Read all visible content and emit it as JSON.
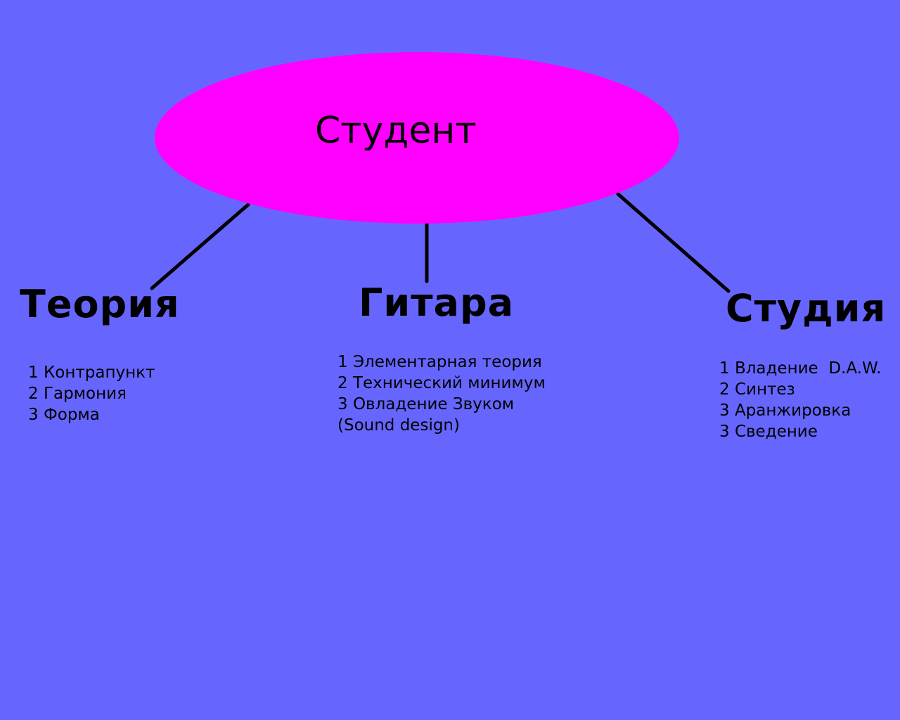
{
  "colors": {
    "background": "#6666ff",
    "center_node": "#ff00ff",
    "text": "#000000"
  },
  "center": {
    "label": "Студент"
  },
  "branches": [
    {
      "title": "Теория",
      "items": [
        "1 Контрапункт",
        "2 Гармония",
        "3 Форма"
      ]
    },
    {
      "title": "Гитара",
      "items": [
        "1 Элементарная теория",
        "2 Технический минимум",
        "3 Овладение Звуком",
        "(Sound design)"
      ]
    },
    {
      "title": "Студия",
      "items": [
        "1 Владение  D.A.W.",
        "2 Синтез",
        "3 Аранжировка",
        "3 Сведение"
      ]
    }
  ]
}
